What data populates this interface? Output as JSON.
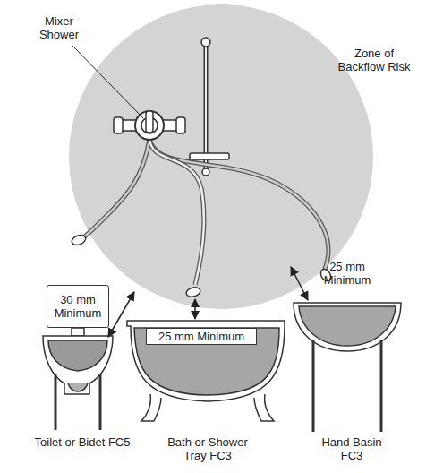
{
  "diagram": {
    "nodes": [
      {
        "text": [
          "30 mm Minimum"
        ]
      }
    ],
    "labels": [
      "Mixer Shower",
      "Zone of Backflow Risk",
      "25 mm Minimum",
      "25 mm Minimum",
      "Toilet or Bidet FC5",
      "Bath or Shower Tray FC3",
      "Hand Basin FC3"
    ]
  }
}
